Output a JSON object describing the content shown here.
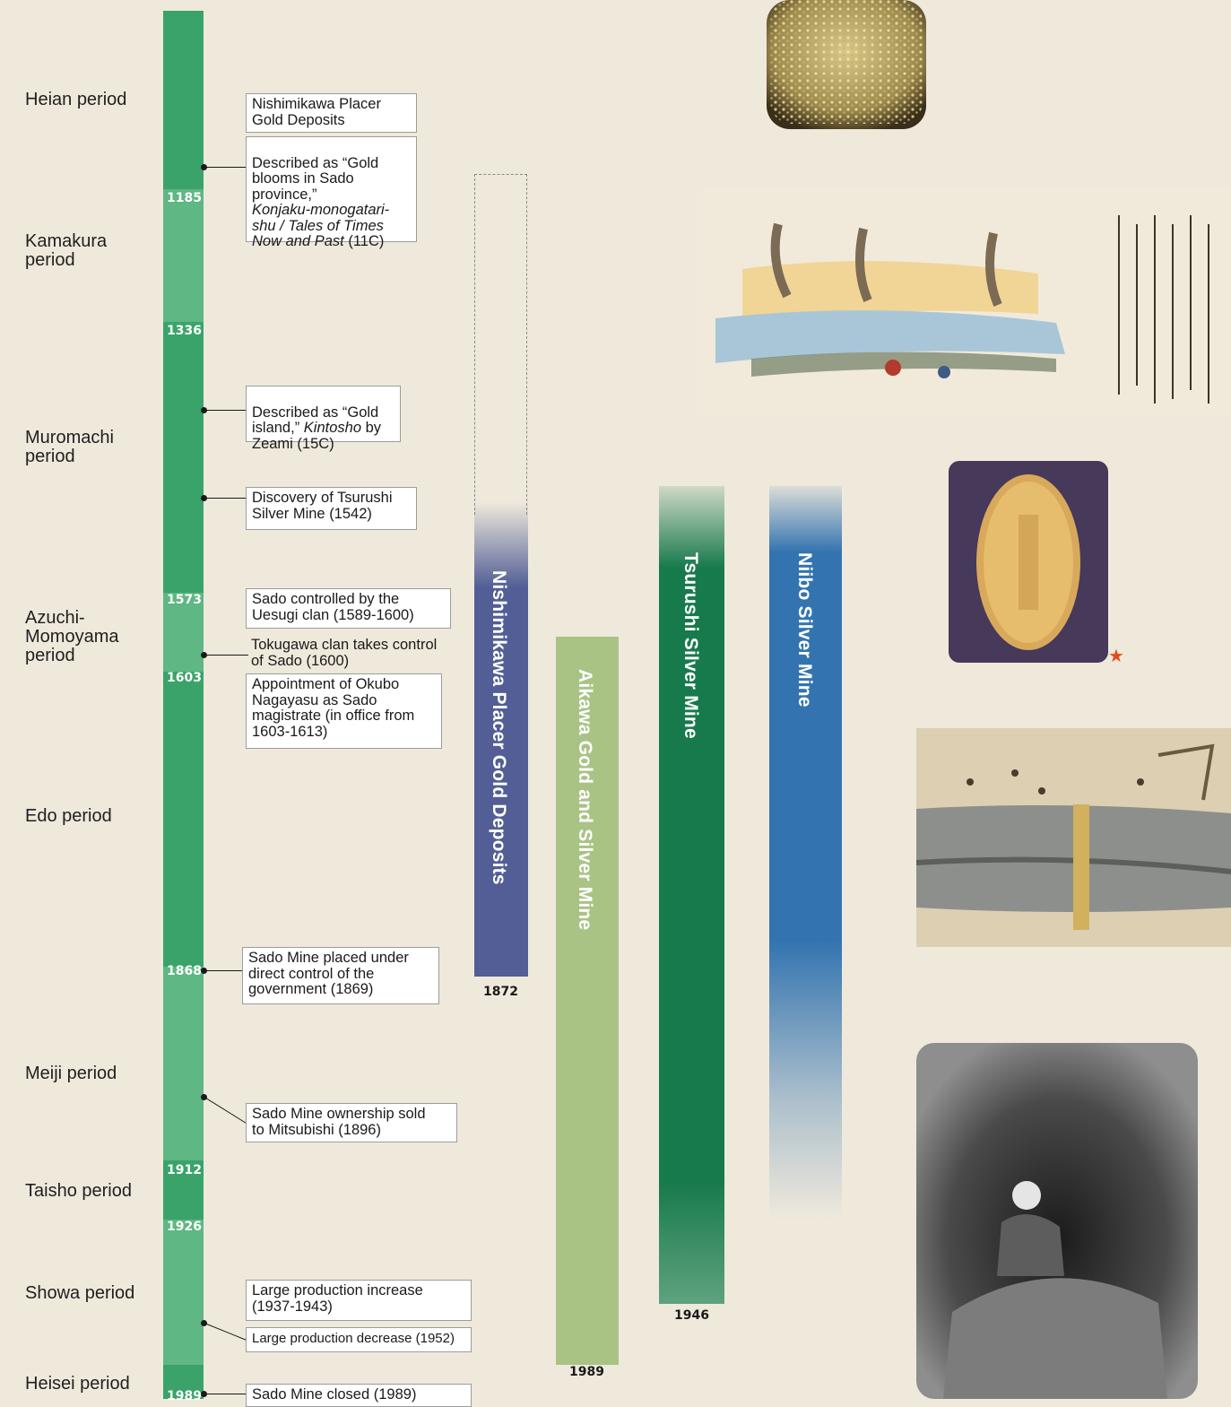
{
  "periods": {
    "heian": "Heian period",
    "kamakura": "Kamakura\nperiod",
    "muromachi": "Muromachi\nperiod",
    "azuchi": "Azuchi-\nMomoyama\nperiod",
    "edo": "Edo period",
    "meiji": "Meiji period",
    "taisho": "Taisho period",
    "showa": "Showa period",
    "heisei": "Heisei period"
  },
  "years": {
    "y1185": "1185",
    "y1336": "1336",
    "y1573": "1573",
    "y1603": "1603",
    "y1868": "1868",
    "y1912": "1912",
    "y1926": "1926",
    "y1989": "1989"
  },
  "events": {
    "placer_title": "Nishimikawa Placer\nGold Deposits",
    "konjaku_pre": "Described as “Gold\nblooms in Sado\nprovince,”",
    "konjaku_italic": "Konjaku-monogatari-\nshu / Tales of Times\nNow and Past",
    "konjaku_post": " (11C)",
    "kintosho_pre": "Described as “Gold\nisland,” ",
    "kintosho_italic": "Kintosho",
    "kintosho_post": " by\nZeami (15C)",
    "tsurushi_discovery": "Discovery of Tsurushi\nSilver Mine (1542)",
    "uesugi": "Sado controlled by the\nUesugi clan (1589-1600)",
    "tokugawa": "Tokugawa clan takes control\nof Sado  (1600)",
    "okubo": "Appointment of Okubo\nNagayasu as Sado\nmagistrate (in office from\n1603-1613)",
    "government": "Sado Mine placed under\ndirect control of the\ngovernment (1869)",
    "mitsubishi": "Sado Mine ownership sold\nto Mitsubishi (1896)",
    "increase": "Large production increase\n(1937-1943)",
    "decrease": "Large production decrease (1952)",
    "closed": "Sado Mine closed (1989)"
  },
  "mines": {
    "nishimikawa": {
      "name": "Nishimikawa Placer Gold Deposits",
      "end": "1872",
      "color": "#525e95"
    },
    "aikawa": {
      "name": "Aikawa Gold and Silver Mine",
      "end": "1989",
      "color": "#a9c384"
    },
    "tsurushi": {
      "name": "Tsurushi Silver Mine",
      "end": "1946",
      "color": "#177a4c"
    },
    "niibo": {
      "name": "Niibo Silver Mine",
      "end": "",
      "color": "#3374b0"
    }
  },
  "marker": "★",
  "icons": [
    "gold-dust-photo",
    "placer-scroll-painting",
    "koban-coin-photo",
    "mining-scroll-painting",
    "miner-tunnel-photo",
    "star-icon"
  ]
}
